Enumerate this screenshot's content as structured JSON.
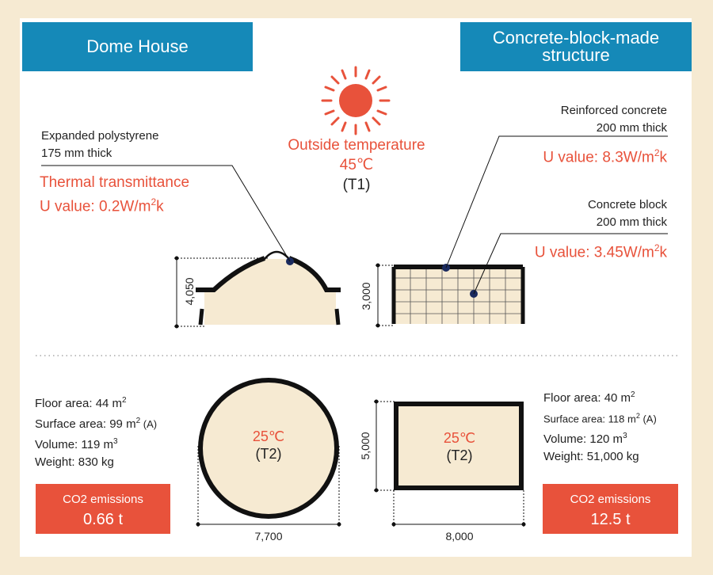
{
  "colors": {
    "header_bg": "#1589b8",
    "accent_red": "#e8523b",
    "fill_beige": "#f6ead2",
    "outline": "#111111",
    "marker": "#1a2a5e"
  },
  "headers": {
    "left": "Dome House",
    "right_line1": "Concrete-block-made",
    "right_line2": "structure"
  },
  "outside": {
    "label": "Outside temperature",
    "temp": "45℃",
    "id": "(T1)",
    "icon": "sun-icon"
  },
  "dome": {
    "material_line1": "Expanded polystyrene",
    "material_line2": "175 mm thick",
    "u_label": "Thermal transmittance",
    "u_value": "U value: 0.2W/m",
    "u_sup": "2",
    "u_unit": "k",
    "height_dim": "4,050",
    "width_dim": "7,700",
    "inside_temp": "25℃",
    "inside_id": "(T2)",
    "floor_area": "Floor area: 44 m",
    "floor_sup": "2",
    "surface_area": "Surface area: 99 m",
    "surface_sup": "2",
    "surface_note": " (A)",
    "volume": "Volume: 119 m",
    "volume_sup": "3",
    "weight": "Weight: 830 kg",
    "co2_label": "CO2 emissions",
    "co2_value": "0.66 t"
  },
  "block": {
    "rc_line1": "Reinforced concrete",
    "rc_line2": "200 mm thick",
    "rc_u": "U value: 8.3W/m",
    "rc_sup": "2",
    "rc_unit": "k",
    "cb_line1": "Concrete block",
    "cb_line2": "200 mm thick",
    "cb_u": "U value: 3.45W/m",
    "cb_sup": "2",
    "cb_unit": "k",
    "height_dim": "3,000",
    "plan_height_dim": "5,000",
    "width_dim": "8,000",
    "inside_temp": "25℃",
    "inside_id": "(T2)",
    "floor_area": "Floor area: 40 m",
    "floor_sup": "2",
    "surface_area": "Surface area: 118 m",
    "surface_sup": "2",
    "surface_note": " (A)",
    "volume": "Volume: 120 m",
    "volume_sup": "3",
    "weight": "Weight: 51,000 kg",
    "co2_label": "CO2 emissions",
    "co2_value": "12.5 t"
  }
}
